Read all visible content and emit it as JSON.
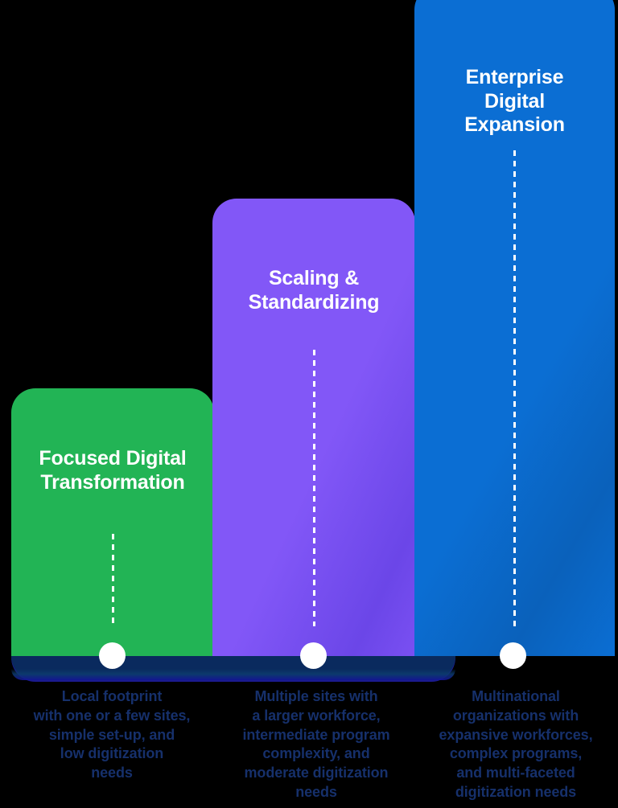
{
  "chart_data": {
    "type": "bar",
    "title": "",
    "xlabel": "",
    "ylabel": "",
    "grid": false,
    "legend": "none",
    "orientation": "vertical-ascending",
    "categories": [
      "Focused Digital Transformation",
      "Scaling & Standardizing",
      "Enterprise Digital Expansion"
    ],
    "values": [
      333,
      569,
      834
    ],
    "value_unit": "bar height in px (relative maturity / scale)",
    "colors": [
      "#22B455",
      "#7C52F4",
      "#0A6ED1"
    ],
    "annotations": [
      "Local footprint with one or a few sites, simple set-up, and low  digitization needs",
      "Multiple sites with a larger workforce, intermediate program complexity, and moderate digitization needs",
      "Multinational organizations with expansive workforces, complex programs, and multi-faceted digitization needs"
    ]
  },
  "palette": {
    "background": "#000000",
    "green": "#22B455",
    "purple": "#7C52F4",
    "blue": "#0A6ED1",
    "navy_base": "#0A2A5E",
    "caption_text": "#16306B",
    "title_text": "#FFFFFF",
    "knob": "#FFFFFF"
  },
  "bars": [
    {
      "id": "focused-digital-transformation",
      "title_lines": [
        "Focused Digital",
        "Transformation"
      ],
      "title": "Focused Digital Transformation",
      "color": "#22B455",
      "caption_lines": [
        "Local footprint",
        "with one or a few sites,",
        "simple set-up, and",
        "low  digitization",
        "needs"
      ],
      "caption": "Local footprint with one or a few sites, simple set-up, and low  digitization needs"
    },
    {
      "id": "scaling-and-standardizing",
      "title_lines": [
        "Scaling &",
        "Standardizing"
      ],
      "title": "Scaling & Standardizing",
      "color": "#7C52F4",
      "caption_lines": [
        "Multiple sites with",
        "a larger workforce,",
        "intermediate program",
        "complexity, and",
        "moderate digitization",
        "needs"
      ],
      "caption": "Multiple sites with a larger workforce, intermediate program complexity, and moderate digitization needs"
    },
    {
      "id": "enterprise-digital-expansion",
      "title_lines": [
        "Enterprise",
        "Digital",
        "Expansion"
      ],
      "title": "Enterprise Digital Expansion",
      "color": "#0A6ED1",
      "caption_lines": [
        "Multinational",
        "organizations with",
        "expansive workforces,",
        "complex programs,",
        "and multi-faceted",
        "digitization needs"
      ],
      "caption": "Multinational organizations with expansive workforces, complex programs, and multi-faceted digitization needs"
    }
  ],
  "markers": [
    {
      "name": "marker-dot-1",
      "shape": "circle"
    },
    {
      "name": "marker-dot-2",
      "shape": "circle"
    },
    {
      "name": "marker-dot-3",
      "shape": "circle"
    }
  ]
}
